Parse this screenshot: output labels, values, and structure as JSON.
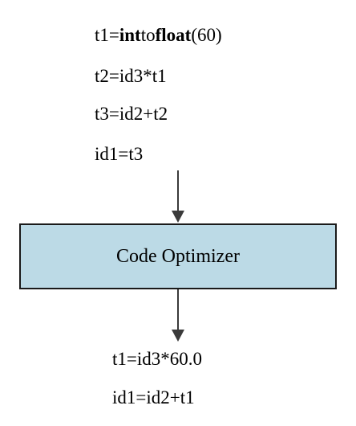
{
  "input_code": {
    "line_1": {
      "prefix": "t1=",
      "kw1": "int",
      "mid": "to",
      "kw2": "float",
      "suffix": "(60)"
    },
    "line_2": "t2=id3*t1",
    "line_3": "t3=id2+t2",
    "line_4": "id1=t3"
  },
  "optimizer": {
    "label": "Code Optimizer",
    "fill_color": "#bcdae6",
    "border_color": "#1a1a1a"
  },
  "output_code": {
    "line_1": "t1=id3*60.0",
    "line_2": "id1=id2+t1"
  },
  "arrow_color": "#3a3a3a"
}
